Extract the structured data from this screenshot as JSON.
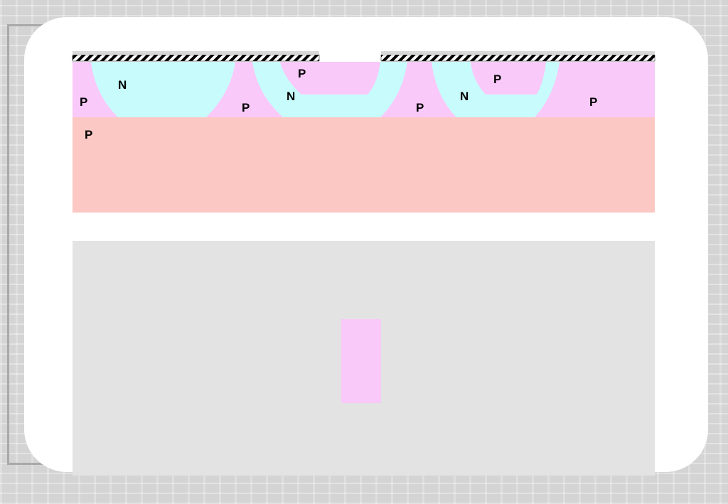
{
  "labels": {
    "p_left": "P",
    "n_well_left": "N",
    "p_between_1": "P",
    "p_top_mid": "P",
    "n_ring_mid": "N",
    "p_between_2": "P",
    "p_top_right": "P",
    "n_ring_right": "N",
    "p_right": "P",
    "p_substrate": "P"
  },
  "colors": {
    "p_layer": "#f9c9f9",
    "n_region": "#c8fcfc",
    "substrate": "#fcc8c4",
    "inset_bg": "#e3e3e3",
    "card": "#ffffff"
  }
}
